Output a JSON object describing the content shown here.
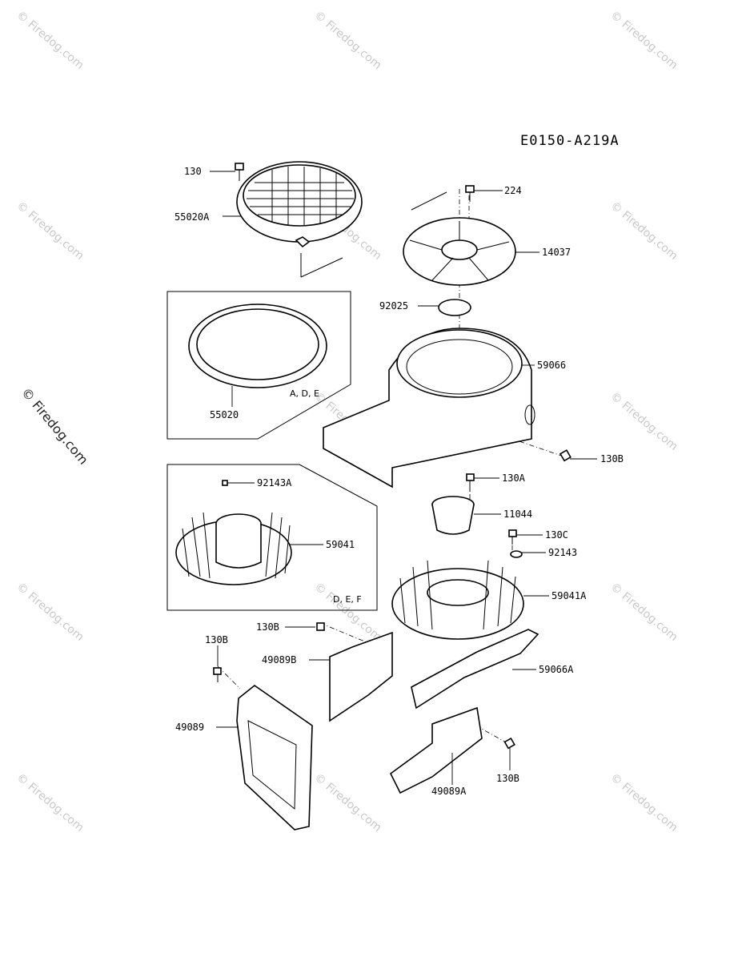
{
  "diagram_code": "E0150-A219A",
  "watermarks": {
    "repeated_text": "© Firedog.com",
    "side_text": "© Firedog.com"
  },
  "groups": {
    "upper_group": "A, D, E",
    "lower_group": "D, E, F"
  },
  "parts": [
    {
      "id": "p130",
      "label": "130",
      "name": "bolt"
    },
    {
      "id": "p55020A",
      "label": "55020A",
      "name": "screen-cover"
    },
    {
      "id": "p224",
      "label": "224",
      "name": "bolt"
    },
    {
      "id": "p14037",
      "label": "14037",
      "name": "fan-cover"
    },
    {
      "id": "p92025",
      "label": "92025",
      "name": "plate"
    },
    {
      "id": "p59066",
      "label": "59066",
      "name": "fan-housing"
    },
    {
      "id": "p55020",
      "label": "55020",
      "name": "ring-plate"
    },
    {
      "id": "p130B_right",
      "label": "130B",
      "name": "bolt"
    },
    {
      "id": "p92143A",
      "label": "92143A",
      "name": "nut"
    },
    {
      "id": "p130A",
      "label": "130A",
      "name": "bolt"
    },
    {
      "id": "p11044",
      "label": "11044",
      "name": "cup"
    },
    {
      "id": "p59041",
      "label": "59041",
      "name": "flywheel"
    },
    {
      "id": "p130C",
      "label": "130C",
      "name": "bolt"
    },
    {
      "id": "p92143",
      "label": "92143",
      "name": "nut"
    },
    {
      "id": "p59041A",
      "label": "59041A",
      "name": "flywheel"
    },
    {
      "id": "p130B_mid",
      "label": "130B",
      "name": "bolt"
    },
    {
      "id": "p130B_left",
      "label": "130B",
      "name": "bolt"
    },
    {
      "id": "p49089B",
      "label": "49089B",
      "name": "cover"
    },
    {
      "id": "p59066A",
      "label": "59066A",
      "name": "duct"
    },
    {
      "id": "p49089",
      "label": "49089",
      "name": "cover"
    },
    {
      "id": "p130B_low",
      "label": "130B",
      "name": "bolt"
    },
    {
      "id": "p49089A",
      "label": "49089A",
      "name": "cover"
    }
  ]
}
